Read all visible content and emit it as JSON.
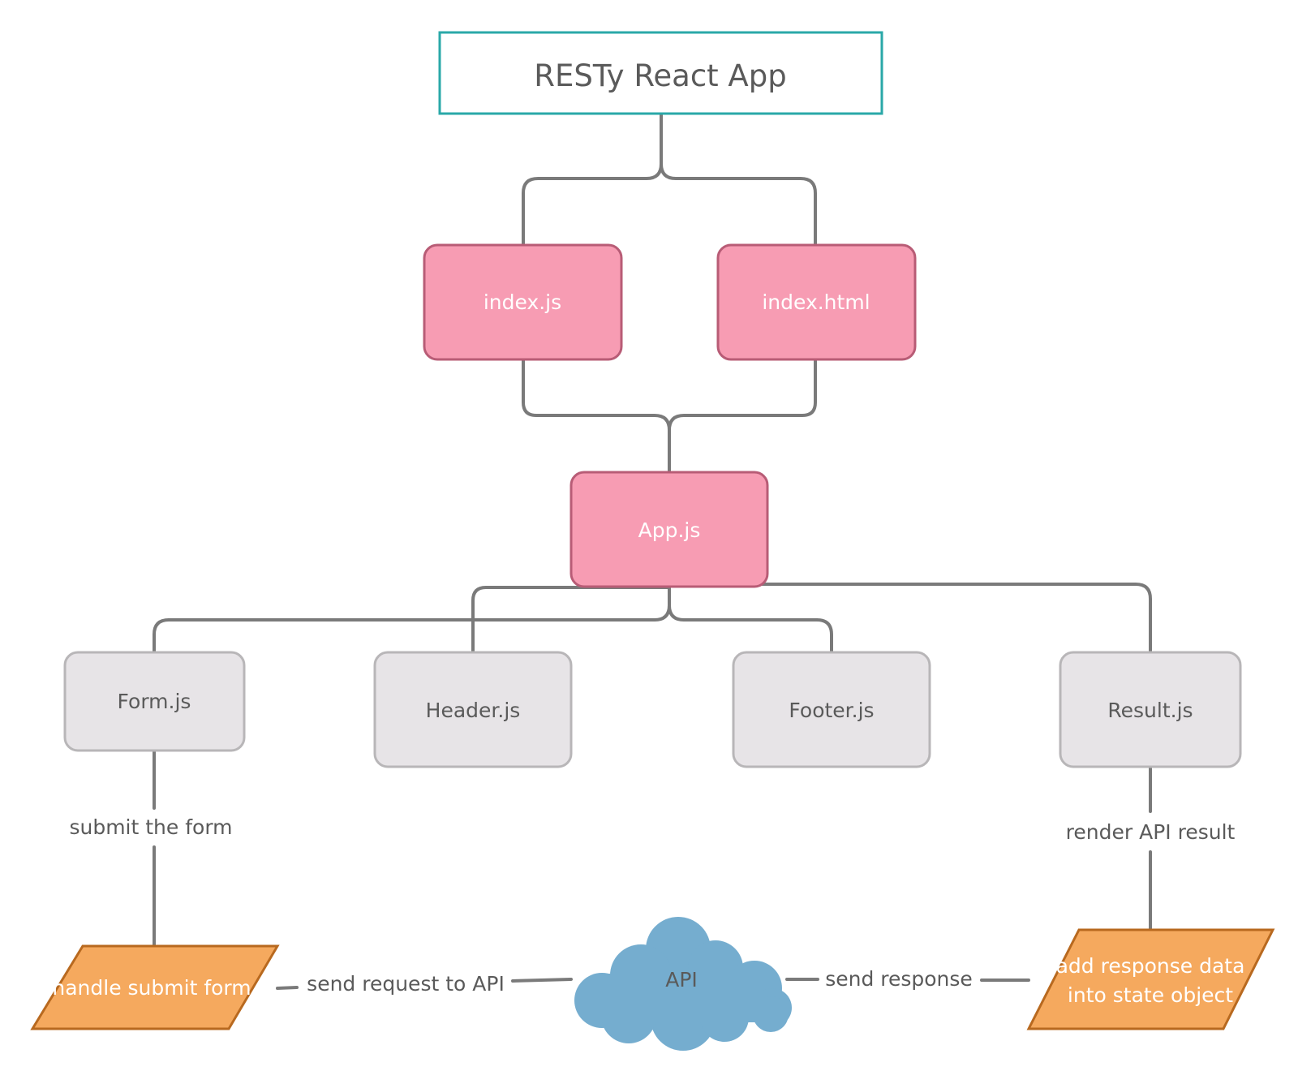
{
  "diagram": {
    "title": "RESTy React App",
    "nodes": {
      "index_js": "index.js",
      "index_html": "index.html",
      "app_js": "App.js",
      "form_js": "Form.js",
      "header_js": "Header.js",
      "footer_js": "Footer.js",
      "result_js": "Result.js",
      "handle_submit": "handle submit form",
      "api": "API",
      "add_response_line1": "add response data",
      "add_response_line2": "into state object"
    },
    "edges": {
      "submit_form": "submit the form",
      "render_result": "render API result",
      "send_request": "send request to API",
      "send_response": "send response"
    }
  },
  "colors": {
    "title_border": "#2aa8a8",
    "file_fill": "#f79cb3",
    "file_border": "#b85c76",
    "component_fill": "#e7e4e7",
    "component_border": "#b8b6b8",
    "action_fill": "#f5a95e",
    "action_border": "#b8691f",
    "cloud_fill": "#75adcf",
    "connector": "#7a7a7a",
    "text_dark": "#5a5a5a",
    "text_light": "#ffffff"
  }
}
